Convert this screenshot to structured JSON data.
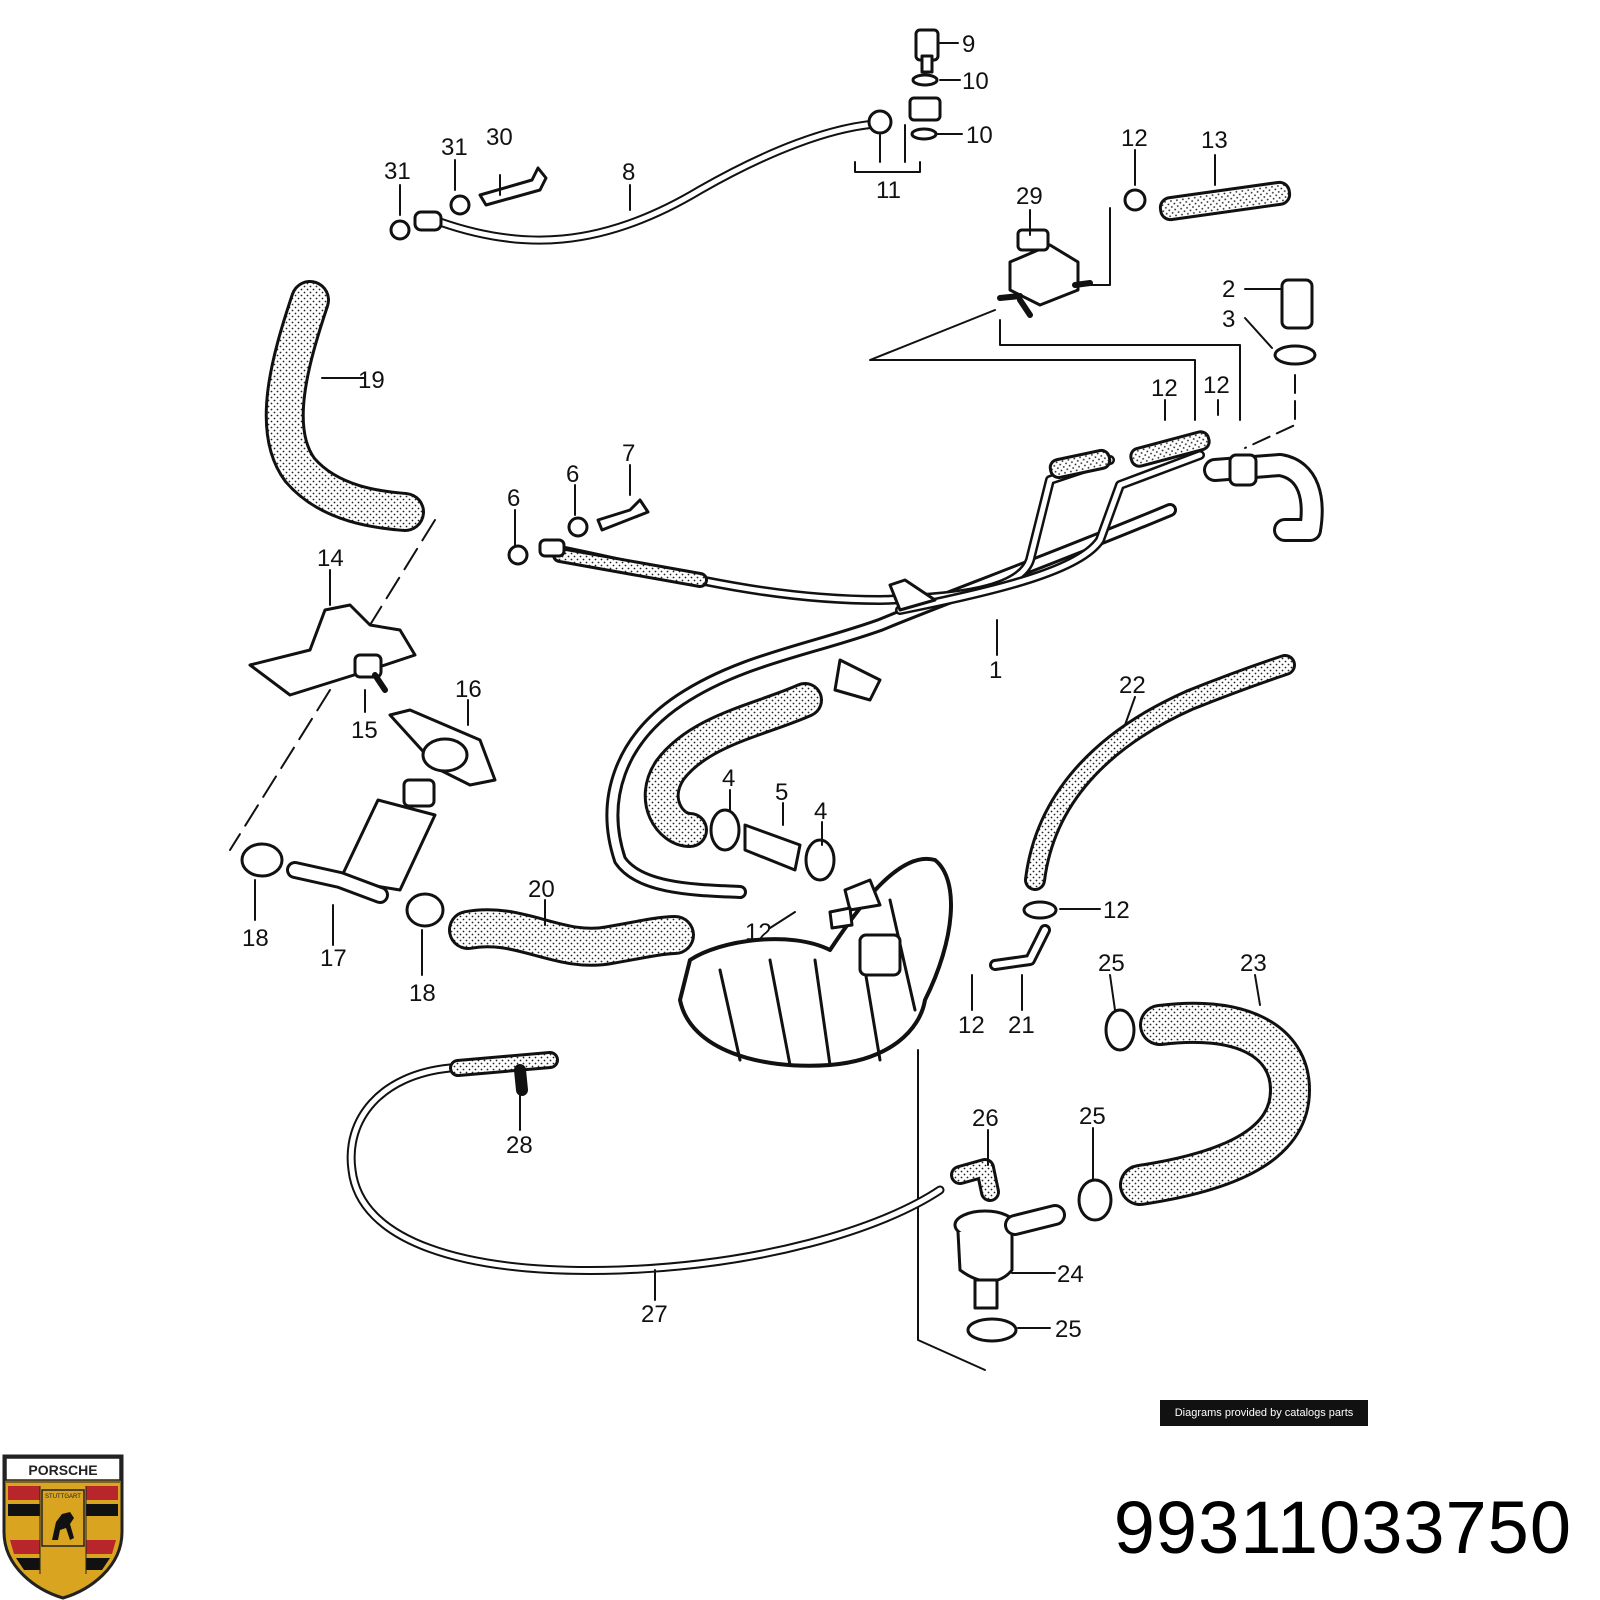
{
  "diagram": {
    "callouts": [
      {
        "label": "9"
      },
      {
        "label": "10"
      },
      {
        "label": "10"
      },
      {
        "label": "11"
      },
      {
        "label": "30"
      },
      {
        "label": "31"
      },
      {
        "label": "31"
      },
      {
        "label": "8"
      },
      {
        "label": "12"
      },
      {
        "label": "13"
      },
      {
        "label": "29"
      },
      {
        "label": "2"
      },
      {
        "label": "3"
      },
      {
        "label": "19"
      },
      {
        "label": "12"
      },
      {
        "label": "12"
      },
      {
        "label": "7"
      },
      {
        "label": "6"
      },
      {
        "label": "6"
      },
      {
        "label": "14"
      },
      {
        "label": "1"
      },
      {
        "label": "22"
      },
      {
        "label": "16"
      },
      {
        "label": "15"
      },
      {
        "label": "4"
      },
      {
        "label": "5"
      },
      {
        "label": "4"
      },
      {
        "label": "20"
      },
      {
        "label": "18"
      },
      {
        "label": "17"
      },
      {
        "label": "18"
      },
      {
        "label": "12"
      },
      {
        "label": "12"
      },
      {
        "label": "12"
      },
      {
        "label": "21"
      },
      {
        "label": "25"
      },
      {
        "label": "23"
      },
      {
        "label": "28"
      },
      {
        "label": "26"
      },
      {
        "label": "25"
      },
      {
        "label": "24"
      },
      {
        "label": "27"
      },
      {
        "label": "25"
      }
    ],
    "credit": "Diagrams provided by catalogs parts"
  },
  "part_number": "99311033750",
  "logo": {
    "wordmark": "PORSCHE",
    "city": "STUTTGART",
    "colors": {
      "gold": "#d9a520",
      "red": "#b8262b",
      "black": "#111111"
    }
  }
}
